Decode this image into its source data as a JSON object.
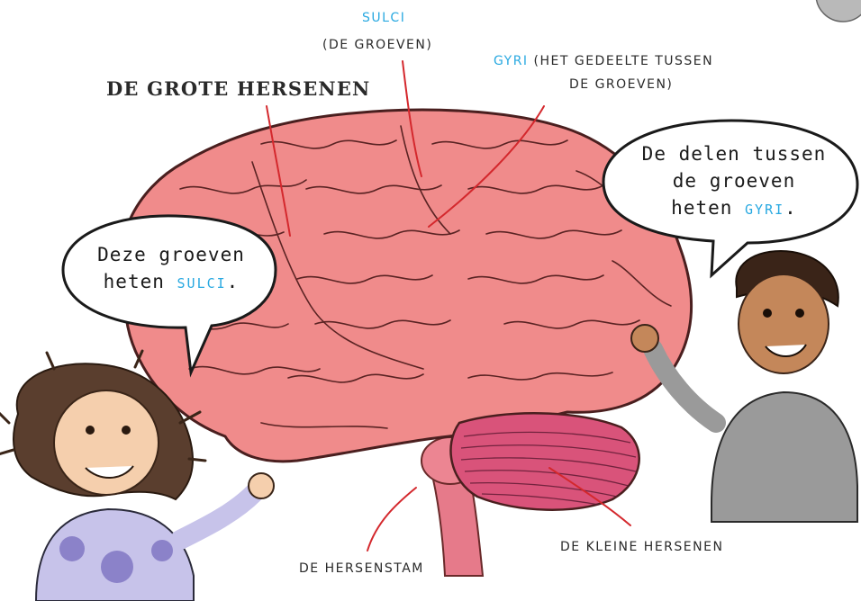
{
  "labels": {
    "main_title": "DE GROTE HERSENEN",
    "sulci_term": "SULCI",
    "sulci_desc": "(DE GROEVEN)",
    "gyri_term": "GYRI",
    "gyri_desc_line1": "(HET GEDEELTE TUSSEN",
    "gyri_desc_line2": "DE GROEVEN)",
    "brainstem": "DE HERSENSTAM",
    "cerebellum": "DE KLEINE HERSENEN"
  },
  "speech_left": {
    "line1": "Deze groeven",
    "line2_prefix": "heten ",
    "line2_term": "SULCI",
    "line2_suffix": "."
  },
  "speech_right": {
    "line1": "De delen tussen",
    "line2": "de groeven",
    "line3_prefix": "heten ",
    "line3_term": "GYRI",
    "line3_suffix": "."
  },
  "colors": {
    "accent_term": "#29a9e1",
    "pointer_line": "#d4282d",
    "brain_fill": "#f08b8b",
    "cerebellum_fill": "#d9537a"
  }
}
